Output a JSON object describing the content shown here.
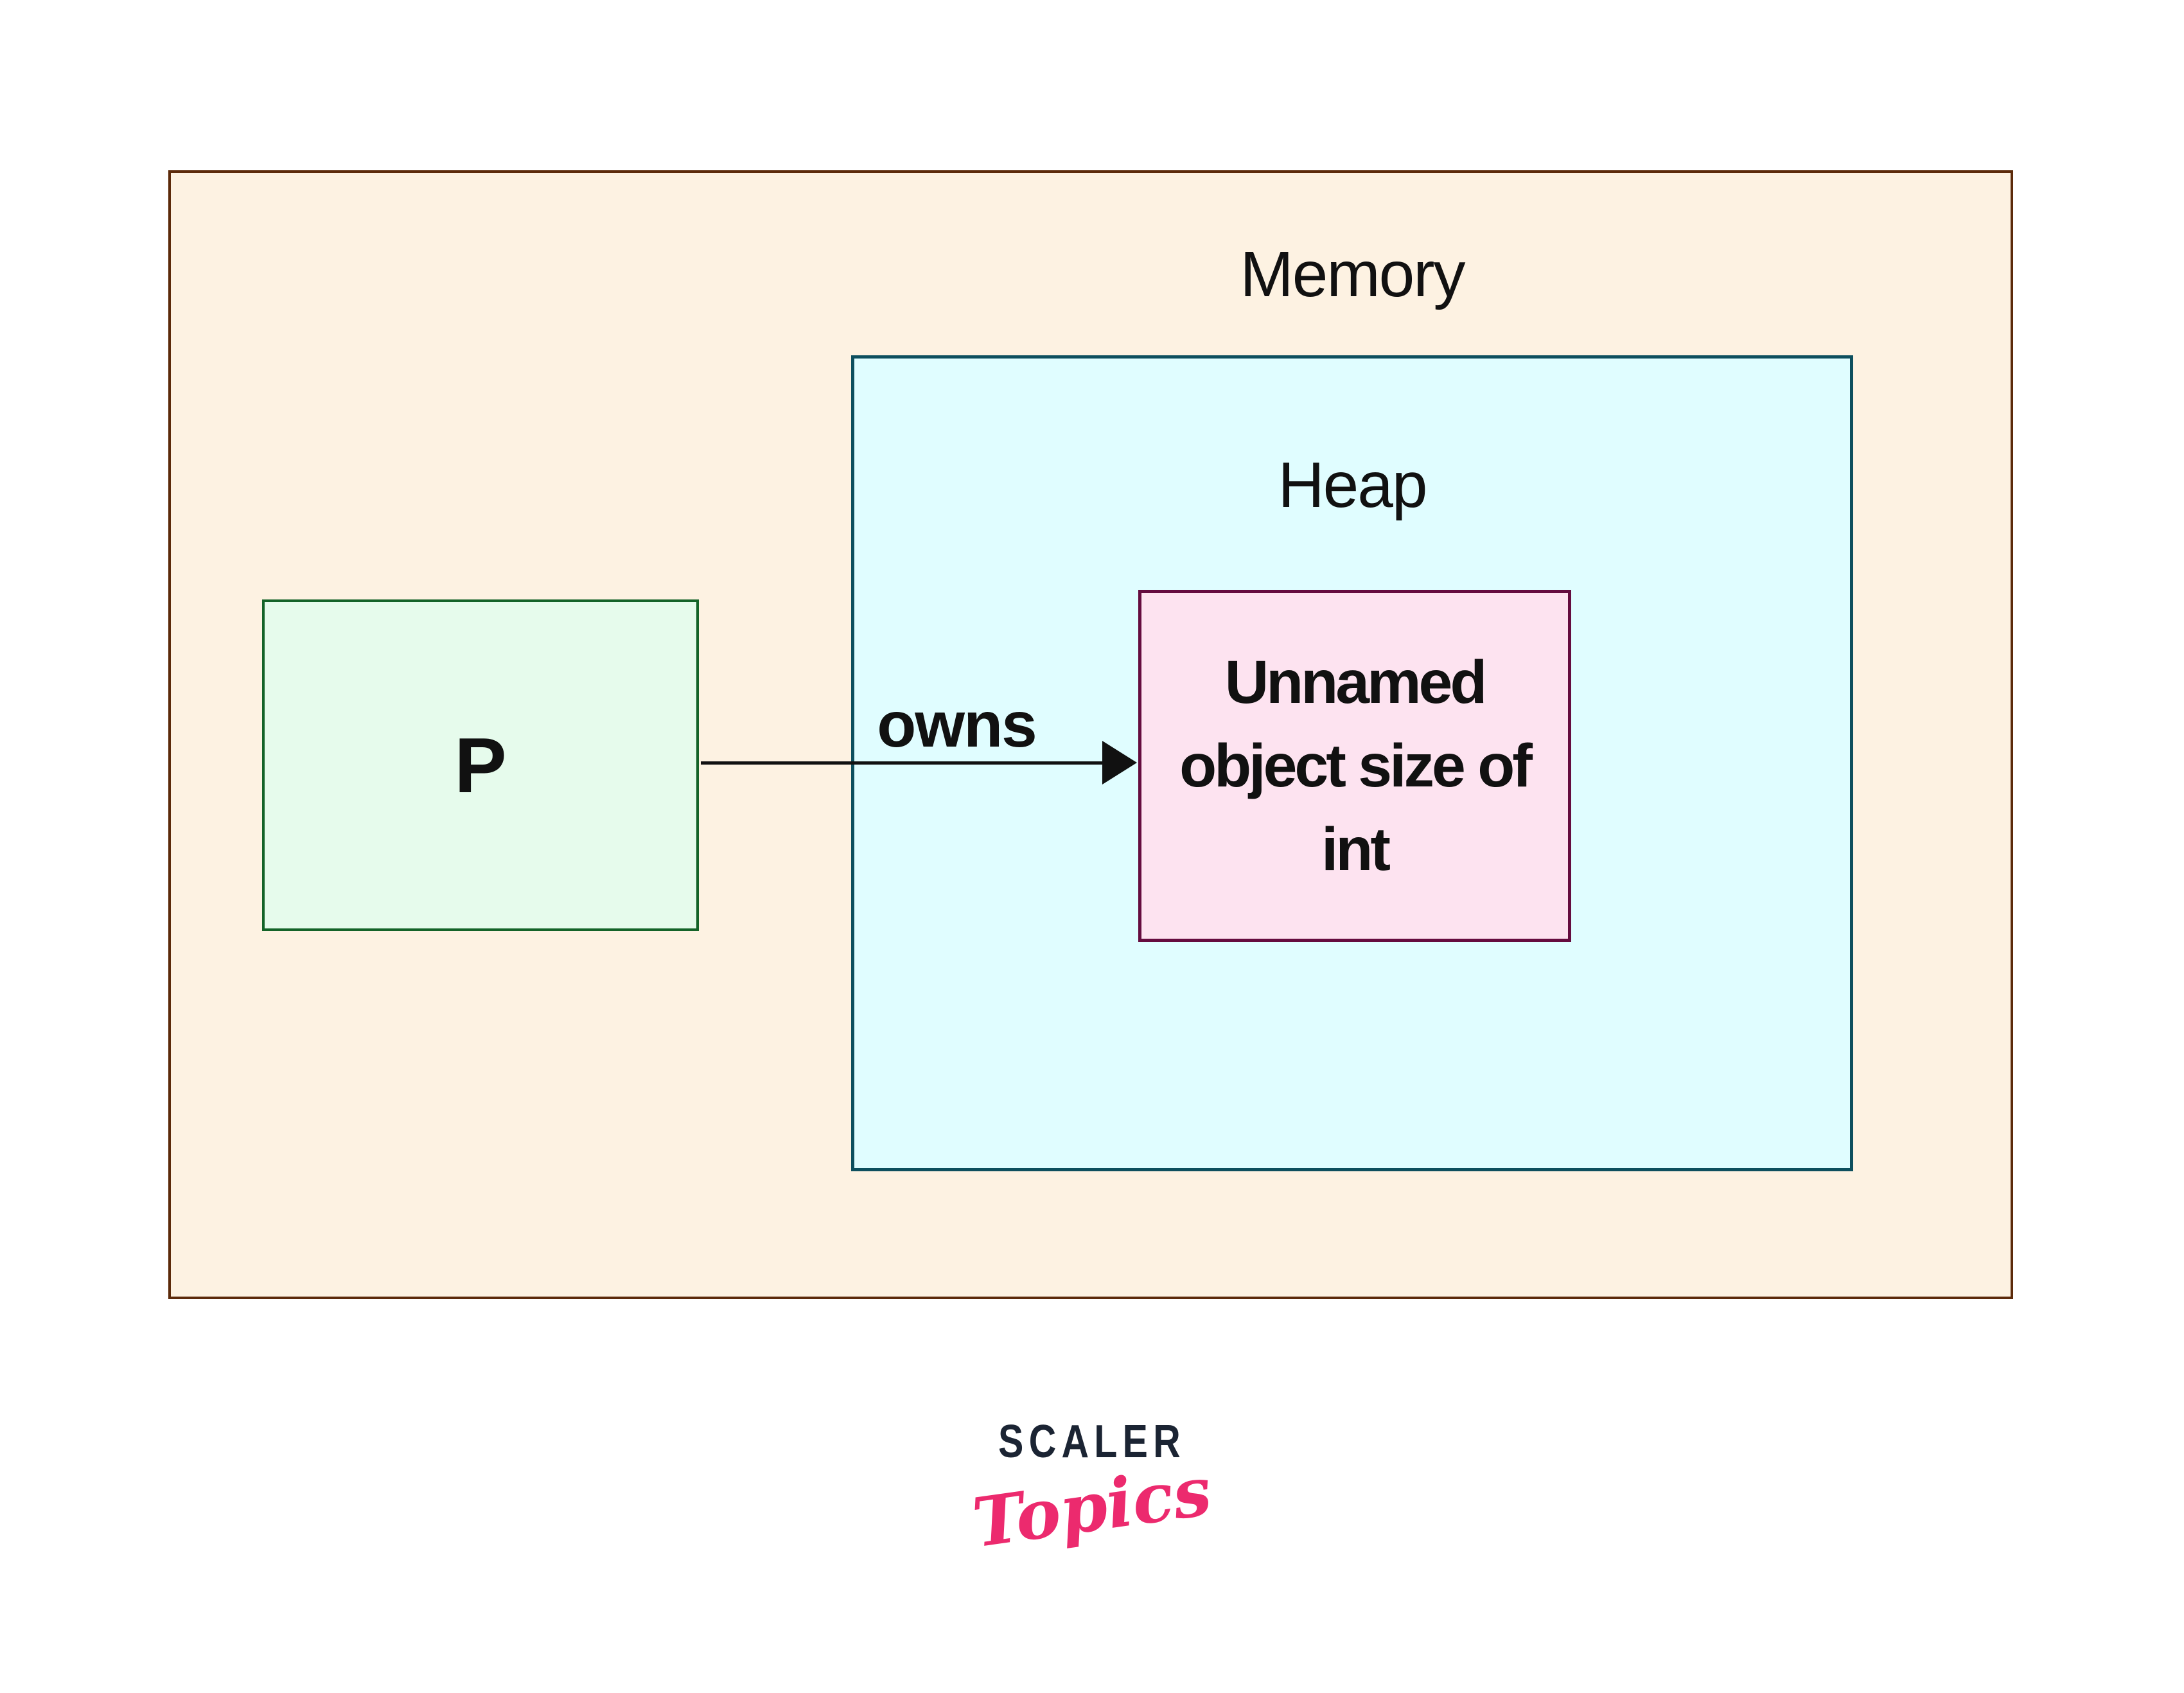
{
  "diagram": {
    "memory": {
      "label": "Memory"
    },
    "heap": {
      "label": "Heap"
    },
    "pointer": {
      "label": "P"
    },
    "relation": {
      "label": "owns"
    },
    "object": {
      "label": "Unnamed object size of int",
      "lines": [
        "Unnamed",
        "object size of",
        "int"
      ]
    }
  },
  "logo": {
    "brand": "SCALER",
    "sub": "Topics"
  },
  "colors": {
    "page_bg": "#ffffff",
    "text": "#111111",
    "arrow": "#111111",
    "memory_fill": "#FDF2E2",
    "memory_border": "#5C2A0A",
    "heap_fill": "#E0FDFF",
    "heap_border": "#0D4F5E",
    "pointer_fill": "#E6FBEC",
    "pointer_border": "#146328",
    "object_fill": "#FDE3F0",
    "object_border": "#650C3F",
    "brand_navy": "#1B2433",
    "brand_pink": "#EC2A6E"
  }
}
